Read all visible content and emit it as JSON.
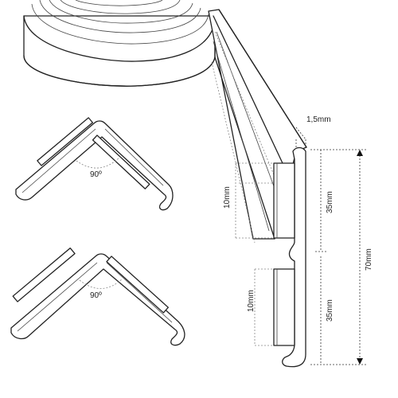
{
  "labels": {
    "angle_top": "90º",
    "angle_bottom": "90º",
    "thickness": "1,5mm",
    "tape_upper": "10mm",
    "tape_lower": "10mm",
    "half_upper": "35mm",
    "half_lower": "35mm",
    "total_height": "70mm"
  },
  "colors": {
    "line": "#222222",
    "dash": "#888888",
    "background": "#ffffff"
  }
}
